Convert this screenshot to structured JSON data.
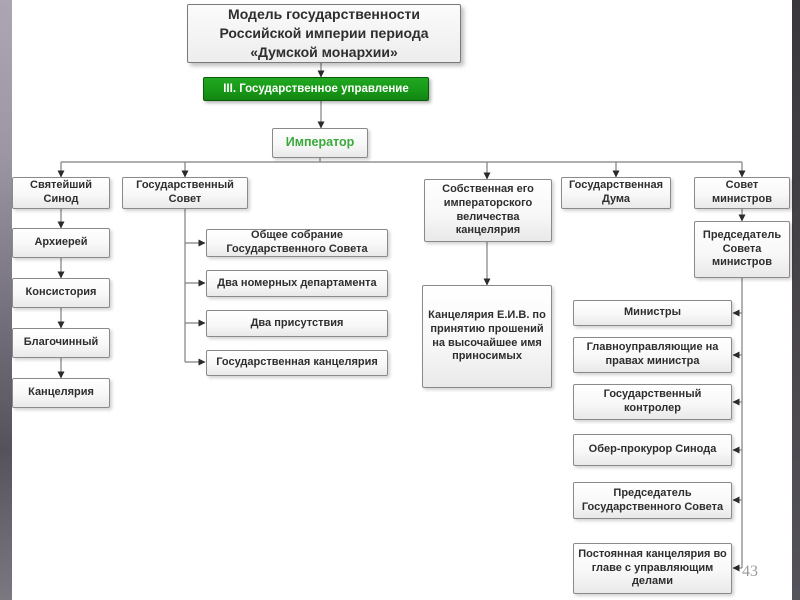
{
  "slide": {
    "page_number": "43",
    "colors": {
      "accent_green": "#18a418",
      "green_border": "#0a5c0a",
      "emperor_text_green": "#3aa83a",
      "connector_line": "#7f7f7f",
      "box_border": "#8a8a8a"
    }
  },
  "diagram": {
    "title": "Модель государственности Российской империи периода «Думской монархии»",
    "section": "III. Государственное управление",
    "emperor": "Император",
    "synod": {
      "label": "Святейший Синод",
      "children": [
        "Архиерей",
        "Консистория",
        "Благочинный",
        "Канцелярия"
      ]
    },
    "state_council": {
      "label": "Государственный Совет",
      "children": [
        "Общее собрание Государственного Совета",
        "Два номерных департамента",
        "Два присутствия",
        "Государственная канцелярия"
      ]
    },
    "imperial_chancellery": {
      "label": "Собственная его императорского величества канцелярия",
      "child": "Канцелярия Е.И.В. по принятию прошений на высочайшее имя приносимых"
    },
    "duma": {
      "label": "Государственная Дума"
    },
    "council_of_ministers": {
      "label": "Совет министров",
      "chairman": "Председатель Совета министров",
      "subordinates": [
        "Министры",
        "Главноуправляющие на правах министра",
        "Государственный контролер",
        "Обер-прокурор Синода",
        "Председатель Государственного Совета",
        "Постоянная канцелярия во главе с управляющим делами"
      ]
    }
  }
}
